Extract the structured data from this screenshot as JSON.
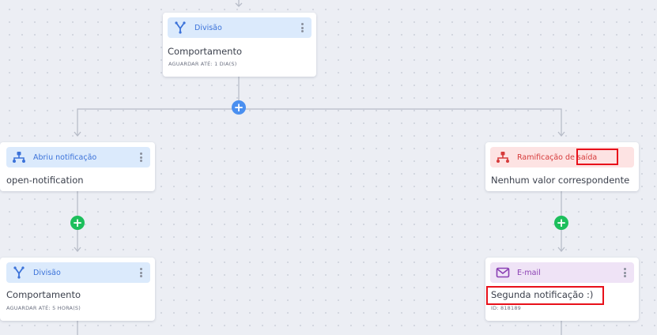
{
  "colors": {
    "blue": "#3b72d9",
    "red": "#d63a3a",
    "purple": "#8a3fb3",
    "plus_blue": "#4a8ff0",
    "plus_green": "#1dbf5c",
    "highlight": "#e8101a"
  },
  "nodes": {
    "top_division": {
      "icon": "split-icon",
      "label": "Divisão",
      "title": "Comportamento",
      "subtitle": "AGUARDAR ATÉ: 1 DIA(S)"
    },
    "opened_notification": {
      "icon": "branch-icon",
      "label": "Abriu notificação",
      "title": "open-notification"
    },
    "exit_branch": {
      "icon": "branch-icon",
      "label": "Ramificação de saída",
      "title": "Nenhum valor correspondente"
    },
    "left_division": {
      "icon": "split-icon",
      "label": "Divisão",
      "title": "Comportamento",
      "subtitle": "AGUARDAR ATÉ: 5 HORA(S)"
    },
    "email": {
      "icon": "mail-icon",
      "label": "E-mail",
      "title": "Segunda notificação :)",
      "subtitle": "ID: 818189"
    }
  },
  "add_buttons": {
    "main": "+",
    "left": "+",
    "right": "+"
  }
}
